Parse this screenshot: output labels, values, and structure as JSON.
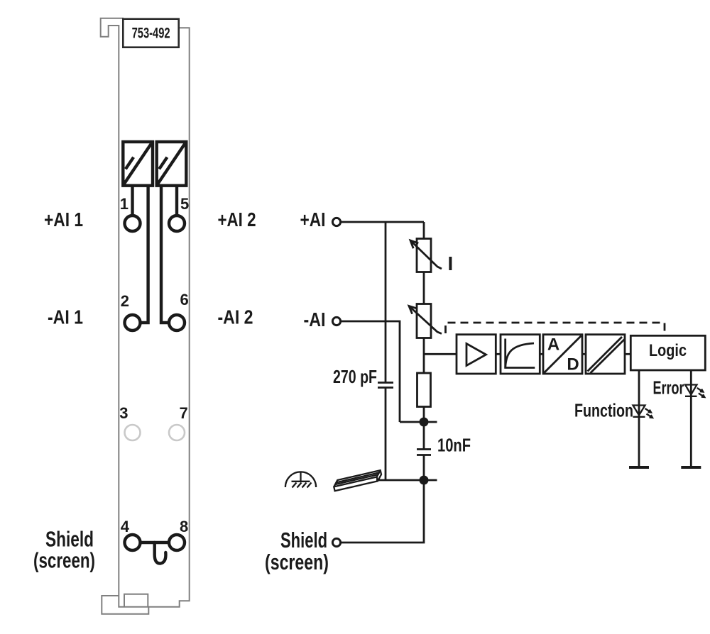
{
  "colors": {
    "line": "#1a1a1a",
    "module_outline": "#7f7f7f",
    "inactive_terminal": "#c9c9c9",
    "background": "#ffffff"
  },
  "module": {
    "part_number": "753-492",
    "labels": {
      "ai1_plus": "+AI 1",
      "ai1_minus": "-AI 1",
      "ai2_plus": "+AI 2",
      "ai2_minus": "-AI 2",
      "shield": "Shield",
      "screen": "(screen)"
    },
    "terminals": {
      "t1": "1",
      "t2": "2",
      "t3": "3",
      "t4": "4",
      "t5": "5",
      "t6": "6",
      "t7": "7",
      "t8": "8"
    }
  },
  "schematic": {
    "inputs": {
      "ai_plus": "+AI",
      "ai_minus": "-AI",
      "shield": "Shield",
      "screen": "(screen)"
    },
    "labels": {
      "input_capacitor": "270 pF",
      "filter_capacitor": "10nF",
      "current_symbol": "I"
    },
    "blocks": {
      "adc_a": "A",
      "adc_d": "D",
      "logic": "Logic"
    },
    "leds": {
      "function": "Function",
      "error": "Error"
    }
  }
}
